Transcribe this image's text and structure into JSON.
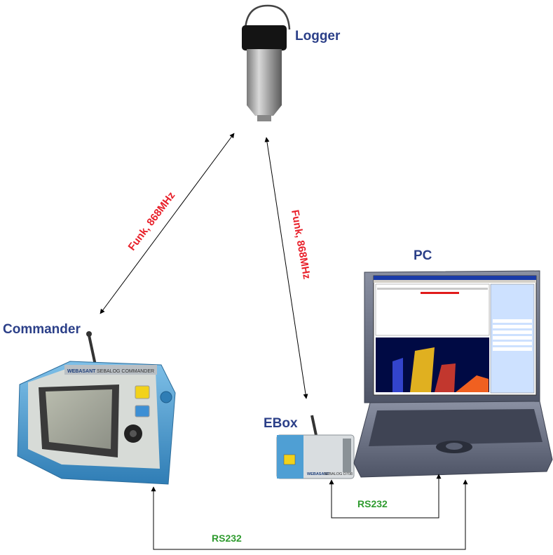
{
  "nodes": {
    "logger": {
      "label": "Logger"
    },
    "commander": {
      "label": "Commander",
      "brand": "WEBASANT",
      "model": "SEBALOG COMMANDER"
    },
    "ebox": {
      "label": "EBox",
      "brand": "WEBASANT",
      "model": "SEBALOG  D708"
    },
    "pc": {
      "label": "PC"
    }
  },
  "links": {
    "logger_commander": {
      "label": "Funk, 868MHz"
    },
    "logger_ebox": {
      "label": "Funk, 868MHz"
    },
    "ebox_pc": {
      "label": "RS232"
    },
    "commander_pc": {
      "label": "RS232"
    }
  },
  "colors": {
    "node_label": "#2b3f88",
    "radio_label": "#e8202a",
    "serial_label": "#2f9b2f",
    "device_blue": "#4f9fd4",
    "laptop_body": "#6b7182"
  },
  "icons": [
    "logger-icon",
    "commander-icon",
    "ebox-icon",
    "laptop-icon"
  ]
}
